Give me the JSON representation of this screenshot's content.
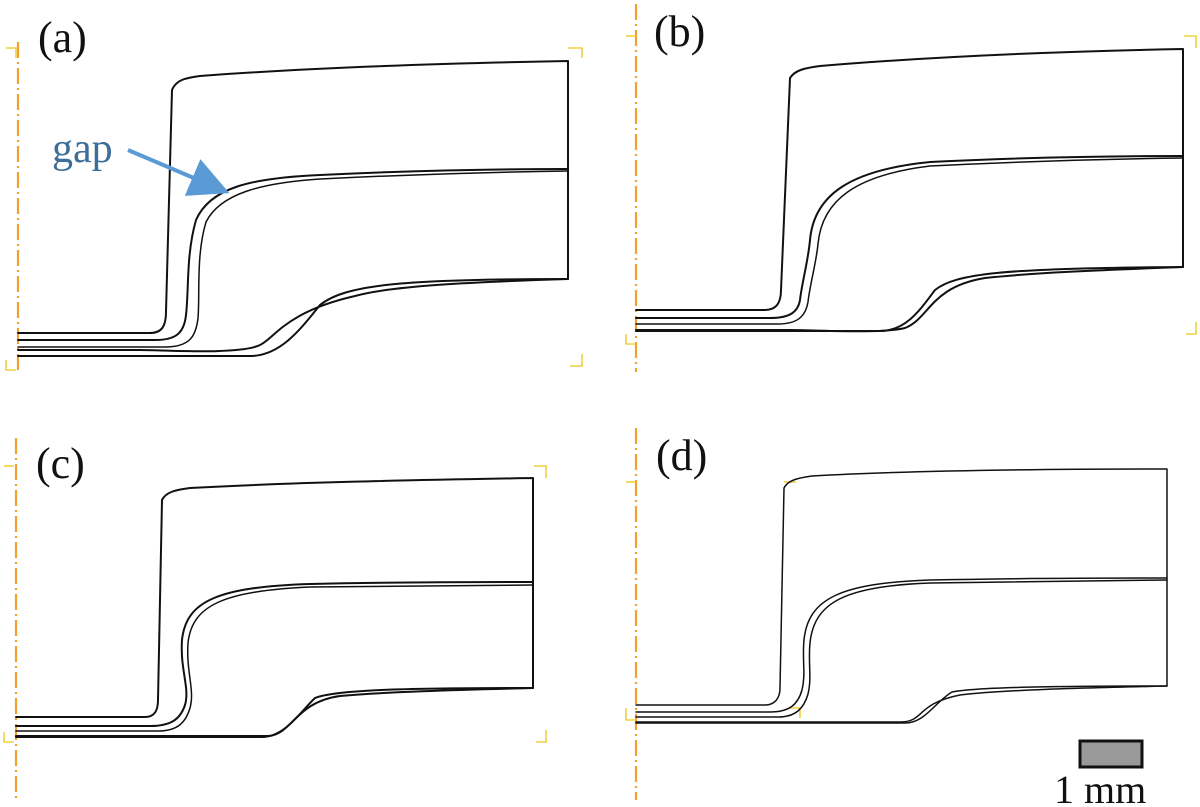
{
  "panels": [
    {
      "label": "(a)"
    },
    {
      "label": "(b)"
    },
    {
      "label": "(c)"
    },
    {
      "label": "(d)"
    }
  ],
  "annotation": {
    "text": "gap",
    "color": "#3c6e98",
    "arrow_color": "#5b9bd5"
  },
  "scale_bar": {
    "label": "1 mm",
    "fill": "#999999"
  },
  "colors": {
    "axis": "#f0a030",
    "corner": "#f0d040",
    "outline": "#111111"
  }
}
